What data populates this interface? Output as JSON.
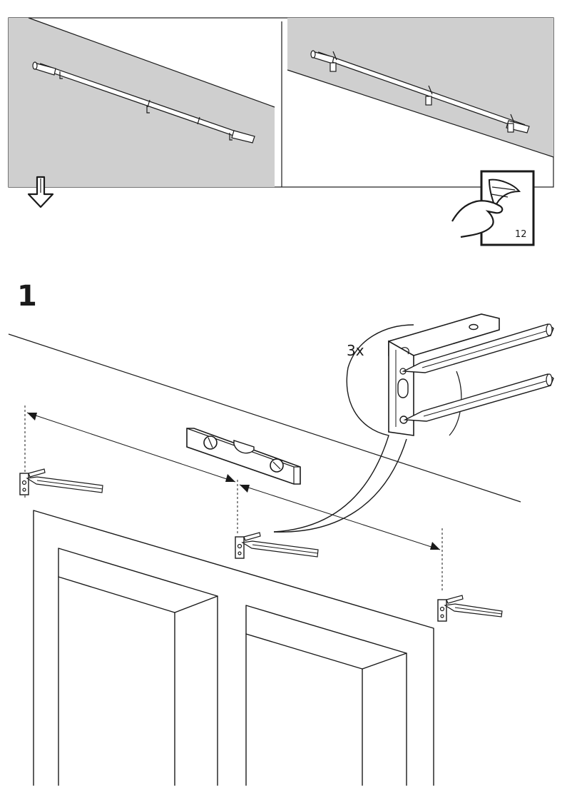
{
  "overview": {
    "next_page_number": "12"
  },
  "step": {
    "number": "1",
    "quantity": "3x"
  },
  "colors": {
    "wall_gray": "#cfcfcf",
    "ink": "#1a1a1a",
    "paper": "#ffffff"
  },
  "icons": [
    "down-arrow-icon",
    "page-turn-hand-icon",
    "spirit-level-icon",
    "pencil-icon",
    "bracket-icon"
  ]
}
